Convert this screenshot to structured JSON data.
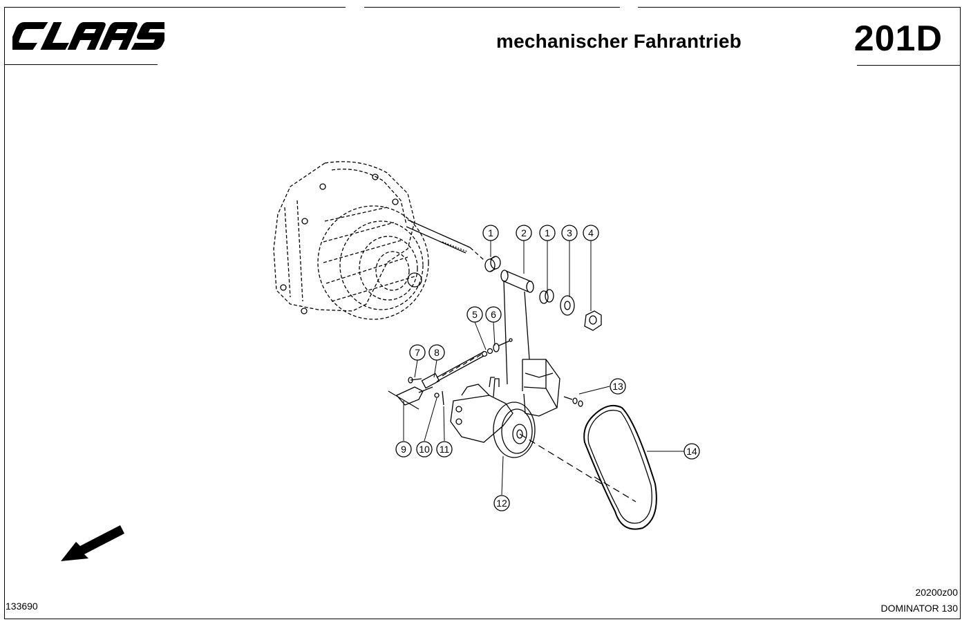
{
  "header": {
    "brand": "CLAAS",
    "title": "mechanischer Fahrantrieb",
    "page_code": "201D"
  },
  "footer": {
    "drawing_number": "133690",
    "document_code": "20200z00",
    "model": "DOMINATOR 130"
  },
  "callouts": [
    {
      "id": "c1a",
      "label": "1"
    },
    {
      "id": "c2",
      "label": "2"
    },
    {
      "id": "c1b",
      "label": "1"
    },
    {
      "id": "c3",
      "label": "3"
    },
    {
      "id": "c4",
      "label": "4"
    },
    {
      "id": "c5",
      "label": "5"
    },
    {
      "id": "c6",
      "label": "6"
    },
    {
      "id": "c7",
      "label": "7"
    },
    {
      "id": "c8",
      "label": "8"
    },
    {
      "id": "c9",
      "label": "9"
    },
    {
      "id": "c10",
      "label": "10"
    },
    {
      "id": "c11",
      "label": "11"
    },
    {
      "id": "c12",
      "label": "12"
    },
    {
      "id": "c13",
      "label": "13"
    },
    {
      "id": "c14",
      "label": "14"
    }
  ]
}
